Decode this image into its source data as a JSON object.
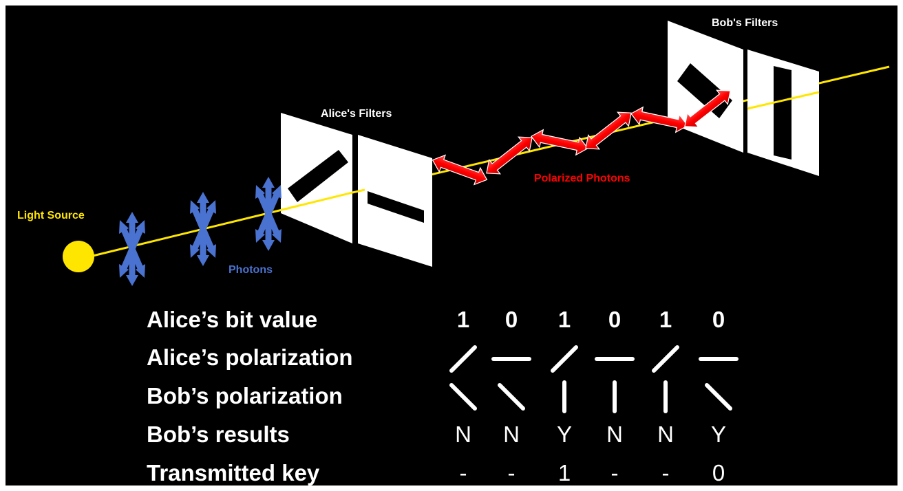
{
  "labels": {
    "light_source": "Light Source",
    "photons": "Photons",
    "alice_filters": "Alice's Filters",
    "bob_filters": "Bob's Filters",
    "polarized_photons": "Polarized Photons"
  },
  "table": {
    "row_labels": {
      "alice_bits": "Alice’s bit value",
      "alice_pol": "Alice’s polarization",
      "bob_pol": "Bob’s polarization",
      "bob_results": "Bob’s results",
      "key": "Transmitted key"
    },
    "alice_bits": [
      "1",
      "0",
      "1",
      "0",
      "1",
      "0"
    ],
    "alice_pol": [
      "diagonal-slash",
      "horizontal",
      "diagonal-slash",
      "horizontal",
      "diagonal-slash",
      "horizontal"
    ],
    "bob_pol": [
      "diagonal-backslash",
      "diagonal-backslash",
      "vertical",
      "vertical",
      "vertical",
      "diagonal-backslash"
    ],
    "bob_results": [
      "N",
      "N",
      "Y",
      "N",
      "N",
      "Y"
    ],
    "key": [
      "-",
      "-",
      "1",
      "-",
      "-",
      "0"
    ]
  },
  "colors": {
    "background": "#000000",
    "light_source": "#ffe600",
    "beam": "#ffe600",
    "photons": "#4a72d0",
    "polarized_photons": "#ff0000",
    "filter": "#ffffff",
    "text": "#ffffff"
  }
}
